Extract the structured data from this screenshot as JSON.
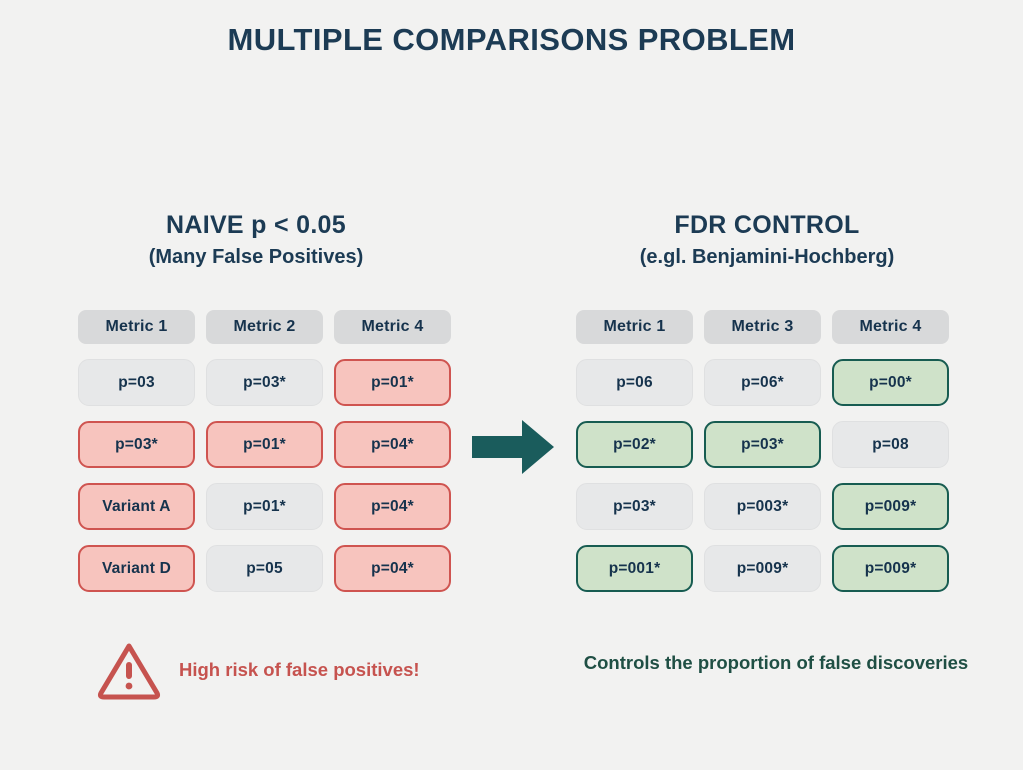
{
  "title": "MULTIPLE COMPARISONS PROBLEM",
  "colors": {
    "background": "#f2f2f1",
    "navy": "#1c3b54",
    "red_border": "#cf5450",
    "red_fill": "#f7c4be",
    "green_border": "#175c51",
    "green_fill": "#cfe2c9",
    "neutral_fill": "#e7e8e9",
    "header_fill": "#d8d9da",
    "arrow": "#1a5c5c",
    "warning": "#c6534f"
  },
  "panels": {
    "left": {
      "heading_main": "NAIVE p < 0.05",
      "heading_sub": "(Many False Positives)",
      "columns": [
        "Metric 1",
        "Metric 2",
        "Metric 4"
      ],
      "rows": [
        [
          {
            "label": "p=03",
            "state": "neutral"
          },
          {
            "label": "p=03*",
            "state": "neutral"
          },
          {
            "label": "p=01*",
            "state": "red"
          }
        ],
        [
          {
            "label": "p=03*",
            "state": "red"
          },
          {
            "label": "p=01*",
            "state": "red"
          },
          {
            "label": "p=04*",
            "state": "red"
          }
        ],
        [
          {
            "label": "Variant A",
            "state": "red"
          },
          {
            "label": "p=01*",
            "state": "neutral"
          },
          {
            "label": "p=04*",
            "state": "red"
          }
        ],
        [
          {
            "label": "Variant D",
            "state": "red"
          },
          {
            "label": "p=05",
            "state": "neutral"
          },
          {
            "label": "p=04*",
            "state": "red"
          }
        ]
      ],
      "footnote": "High risk of false positives!",
      "footnote_icon": "warning-triangle-icon"
    },
    "right": {
      "heading_main": "FDR CONTROL",
      "heading_sub": "(e.gl. Benjamini-Hochberg)",
      "columns": [
        "Metric 1",
        "Metric 3",
        "Metric 4"
      ],
      "rows": [
        [
          {
            "label": "p=06",
            "state": "neutral"
          },
          {
            "label": "p=06*",
            "state": "neutral"
          },
          {
            "label": "p=00*",
            "state": "green"
          }
        ],
        [
          {
            "label": "p=02*",
            "state": "green"
          },
          {
            "label": "p=03*",
            "state": "green"
          },
          {
            "label": "p=08",
            "state": "neutral"
          }
        ],
        [
          {
            "label": "p=03*",
            "state": "neutral"
          },
          {
            "label": "p=003*",
            "state": "neutral"
          },
          {
            "label": "p=009*",
            "state": "green"
          }
        ],
        [
          {
            "label": "p=001*",
            "state": "green"
          },
          {
            "label": "p=009*",
            "state": "neutral"
          },
          {
            "label": "p=009*",
            "state": "green"
          }
        ]
      ],
      "footnote": "Controls the proportion of false discoveries"
    }
  },
  "arrow": {
    "icon": "right-arrow-icon",
    "direction": "right"
  }
}
